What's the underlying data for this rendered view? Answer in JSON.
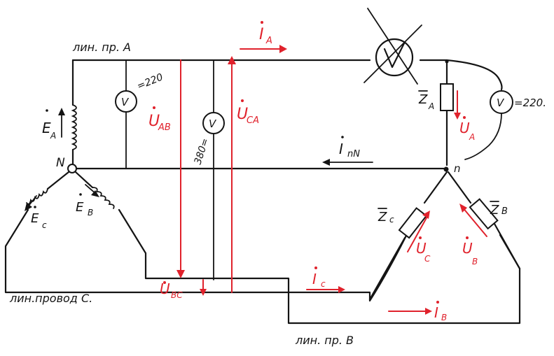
{
  "lines": {
    "a": "лин. пр. А",
    "b": "лин. пр. В",
    "c": "лин.провод С."
  },
  "nodes": {
    "source_neutral": "N",
    "load_neutral": "n"
  },
  "source": {
    "ea": "E",
    "ea_sub": "A",
    "eb": "E",
    "eb_sub": "B",
    "ec": "E",
    "ec_sub": "c"
  },
  "currents": {
    "ia": "I",
    "ia_sub": "A",
    "ib": "I",
    "ib_sub": "B",
    "ic": "I",
    "ic_sub": "c",
    "inn": "I",
    "inn_sub": "nN"
  },
  "voltages": {
    "uab": "U",
    "uab_sub": "AB",
    "uca": "U",
    "uca_sub": "CA",
    "ubc": "U",
    "ubc_sub": "BC",
    "ua": "U",
    "ua_sub": "A",
    "ub": "U",
    "ub_sub": "B",
    "uc": "U",
    "uc_sub": "C"
  },
  "impedances": {
    "za": "Z",
    "za_sub": "A",
    "zb": "Z",
    "zb_sub": "B",
    "zc": "Z",
    "zc_sub": "c"
  },
  "meters": {
    "v_symbol": "V",
    "v1_reading": "=220",
    "v2_reading": "380=",
    "v3_reading": "=220."
  },
  "colors": {
    "ink": "#141414",
    "annotation": "#e0222c"
  }
}
